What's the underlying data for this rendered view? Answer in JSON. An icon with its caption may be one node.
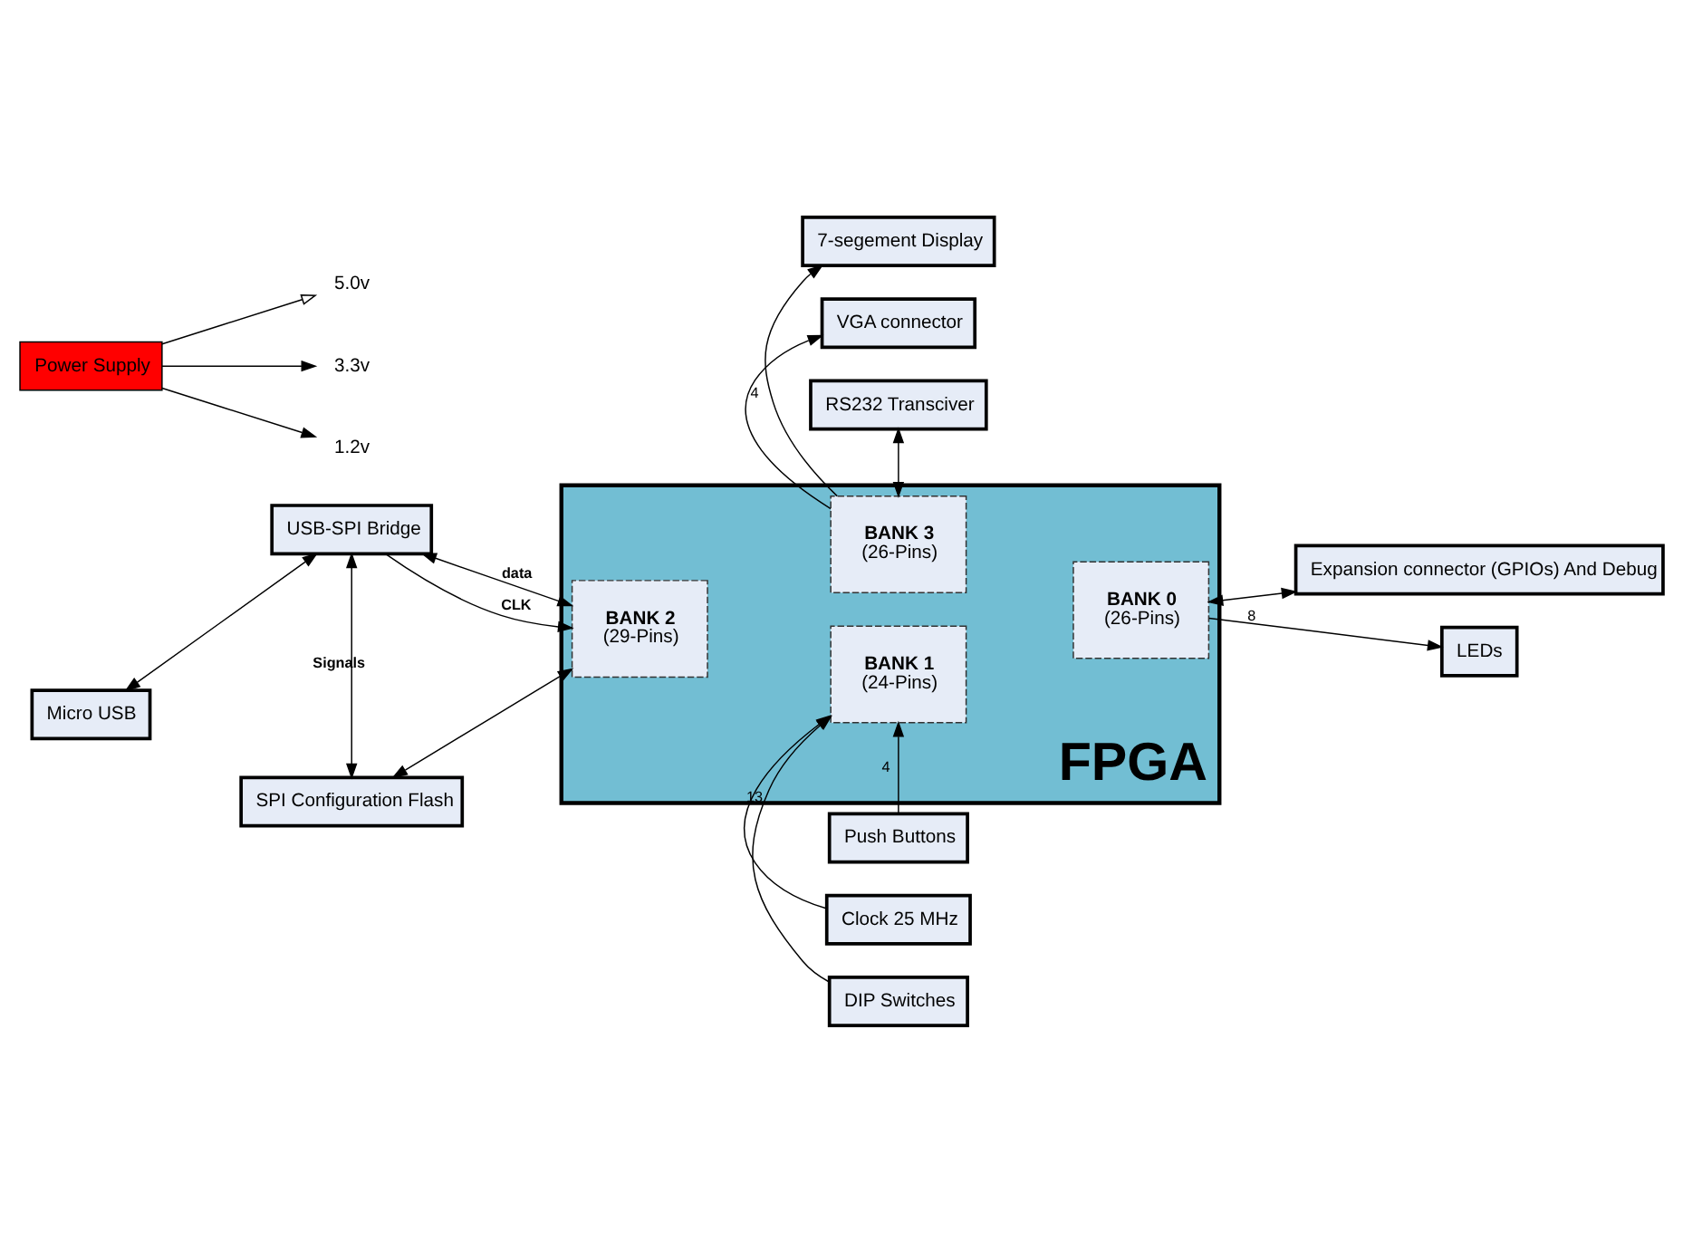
{
  "diagram": {
    "nodes": [
      {
        "text": [
          "FPGA"
        ]
      },
      {
        "text": [
          "BANK 3",
          "(26-Pins)"
        ],
        "in": 0
      },
      {
        "text": [
          "BANK 2",
          "(29-Pins)"
        ],
        "in": 0
      },
      {
        "text": [
          "BANK 0",
          "(26-Pins)"
        ],
        "in": 0
      },
      {
        "text": [
          "BANK 1",
          "(24-Pins)"
        ],
        "in": 0
      },
      {
        "text": [
          "RS232 Transciver"
        ]
      },
      {
        "text": [
          "VGA connector"
        ]
      },
      {
        "text": [
          "7-segement Display"
        ]
      },
      {
        "text": [
          "Micro USB"
        ]
      },
      {
        "text": [
          "USB-SPI Bridge"
        ]
      },
      {
        "text": [
          "SPI Configuration Flash"
        ]
      },
      {
        "text": [
          "Expansion connector (GPIOs) And Debug"
        ]
      },
      {
        "text": [
          "LEDs"
        ]
      },
      {
        "text": [
          "Power Supply"
        ]
      },
      {
        "text": [
          "5.0v"
        ]
      },
      {
        "text": [
          "3.3v"
        ]
      },
      {
        "text": [
          "1.2v"
        ]
      },
      {
        "text": [
          "Clock 25 MHz"
        ]
      },
      {
        "text": [
          "DIP Switches"
        ]
      },
      {
        "text": [
          "Push Buttons"
        ]
      }
    ],
    "edges": [
      {
        "from": 5,
        "to": 1,
        "arrow": "both"
      },
      {
        "from": 1,
        "to": 6,
        "arrow": "to"
      },
      {
        "from": 1,
        "to": 7,
        "arrow": "to",
        "label": "4"
      },
      {
        "from": 8,
        "to": 9,
        "arrow": "both"
      },
      {
        "from": 9,
        "to": 2,
        "arrow": "both",
        "label": "data"
      },
      {
        "from": 9,
        "to": 2,
        "arrow": "to",
        "label": "CLK"
      },
      {
        "from": 9,
        "to": 10,
        "arrow": "both",
        "label": "Signals"
      },
      {
        "from": 10,
        "to": 2,
        "arrow": "both"
      },
      {
        "from": 3,
        "to": 11,
        "arrow": "both"
      },
      {
        "from": 3,
        "to": 12,
        "arrow": "to",
        "label": "8"
      },
      {
        "from": 13,
        "to": 14,
        "arrow": "to"
      },
      {
        "from": 13,
        "to": 15,
        "arrow": "to"
      },
      {
        "from": 13,
        "to": 16,
        "arrow": "to"
      },
      {
        "from": 17,
        "to": 4,
        "arrow": "to"
      },
      {
        "from": 18,
        "to": 4,
        "arrow": "to",
        "label": "13"
      },
      {
        "from": 19,
        "to": 4,
        "arrow": "to",
        "label": "4"
      }
    ]
  }
}
